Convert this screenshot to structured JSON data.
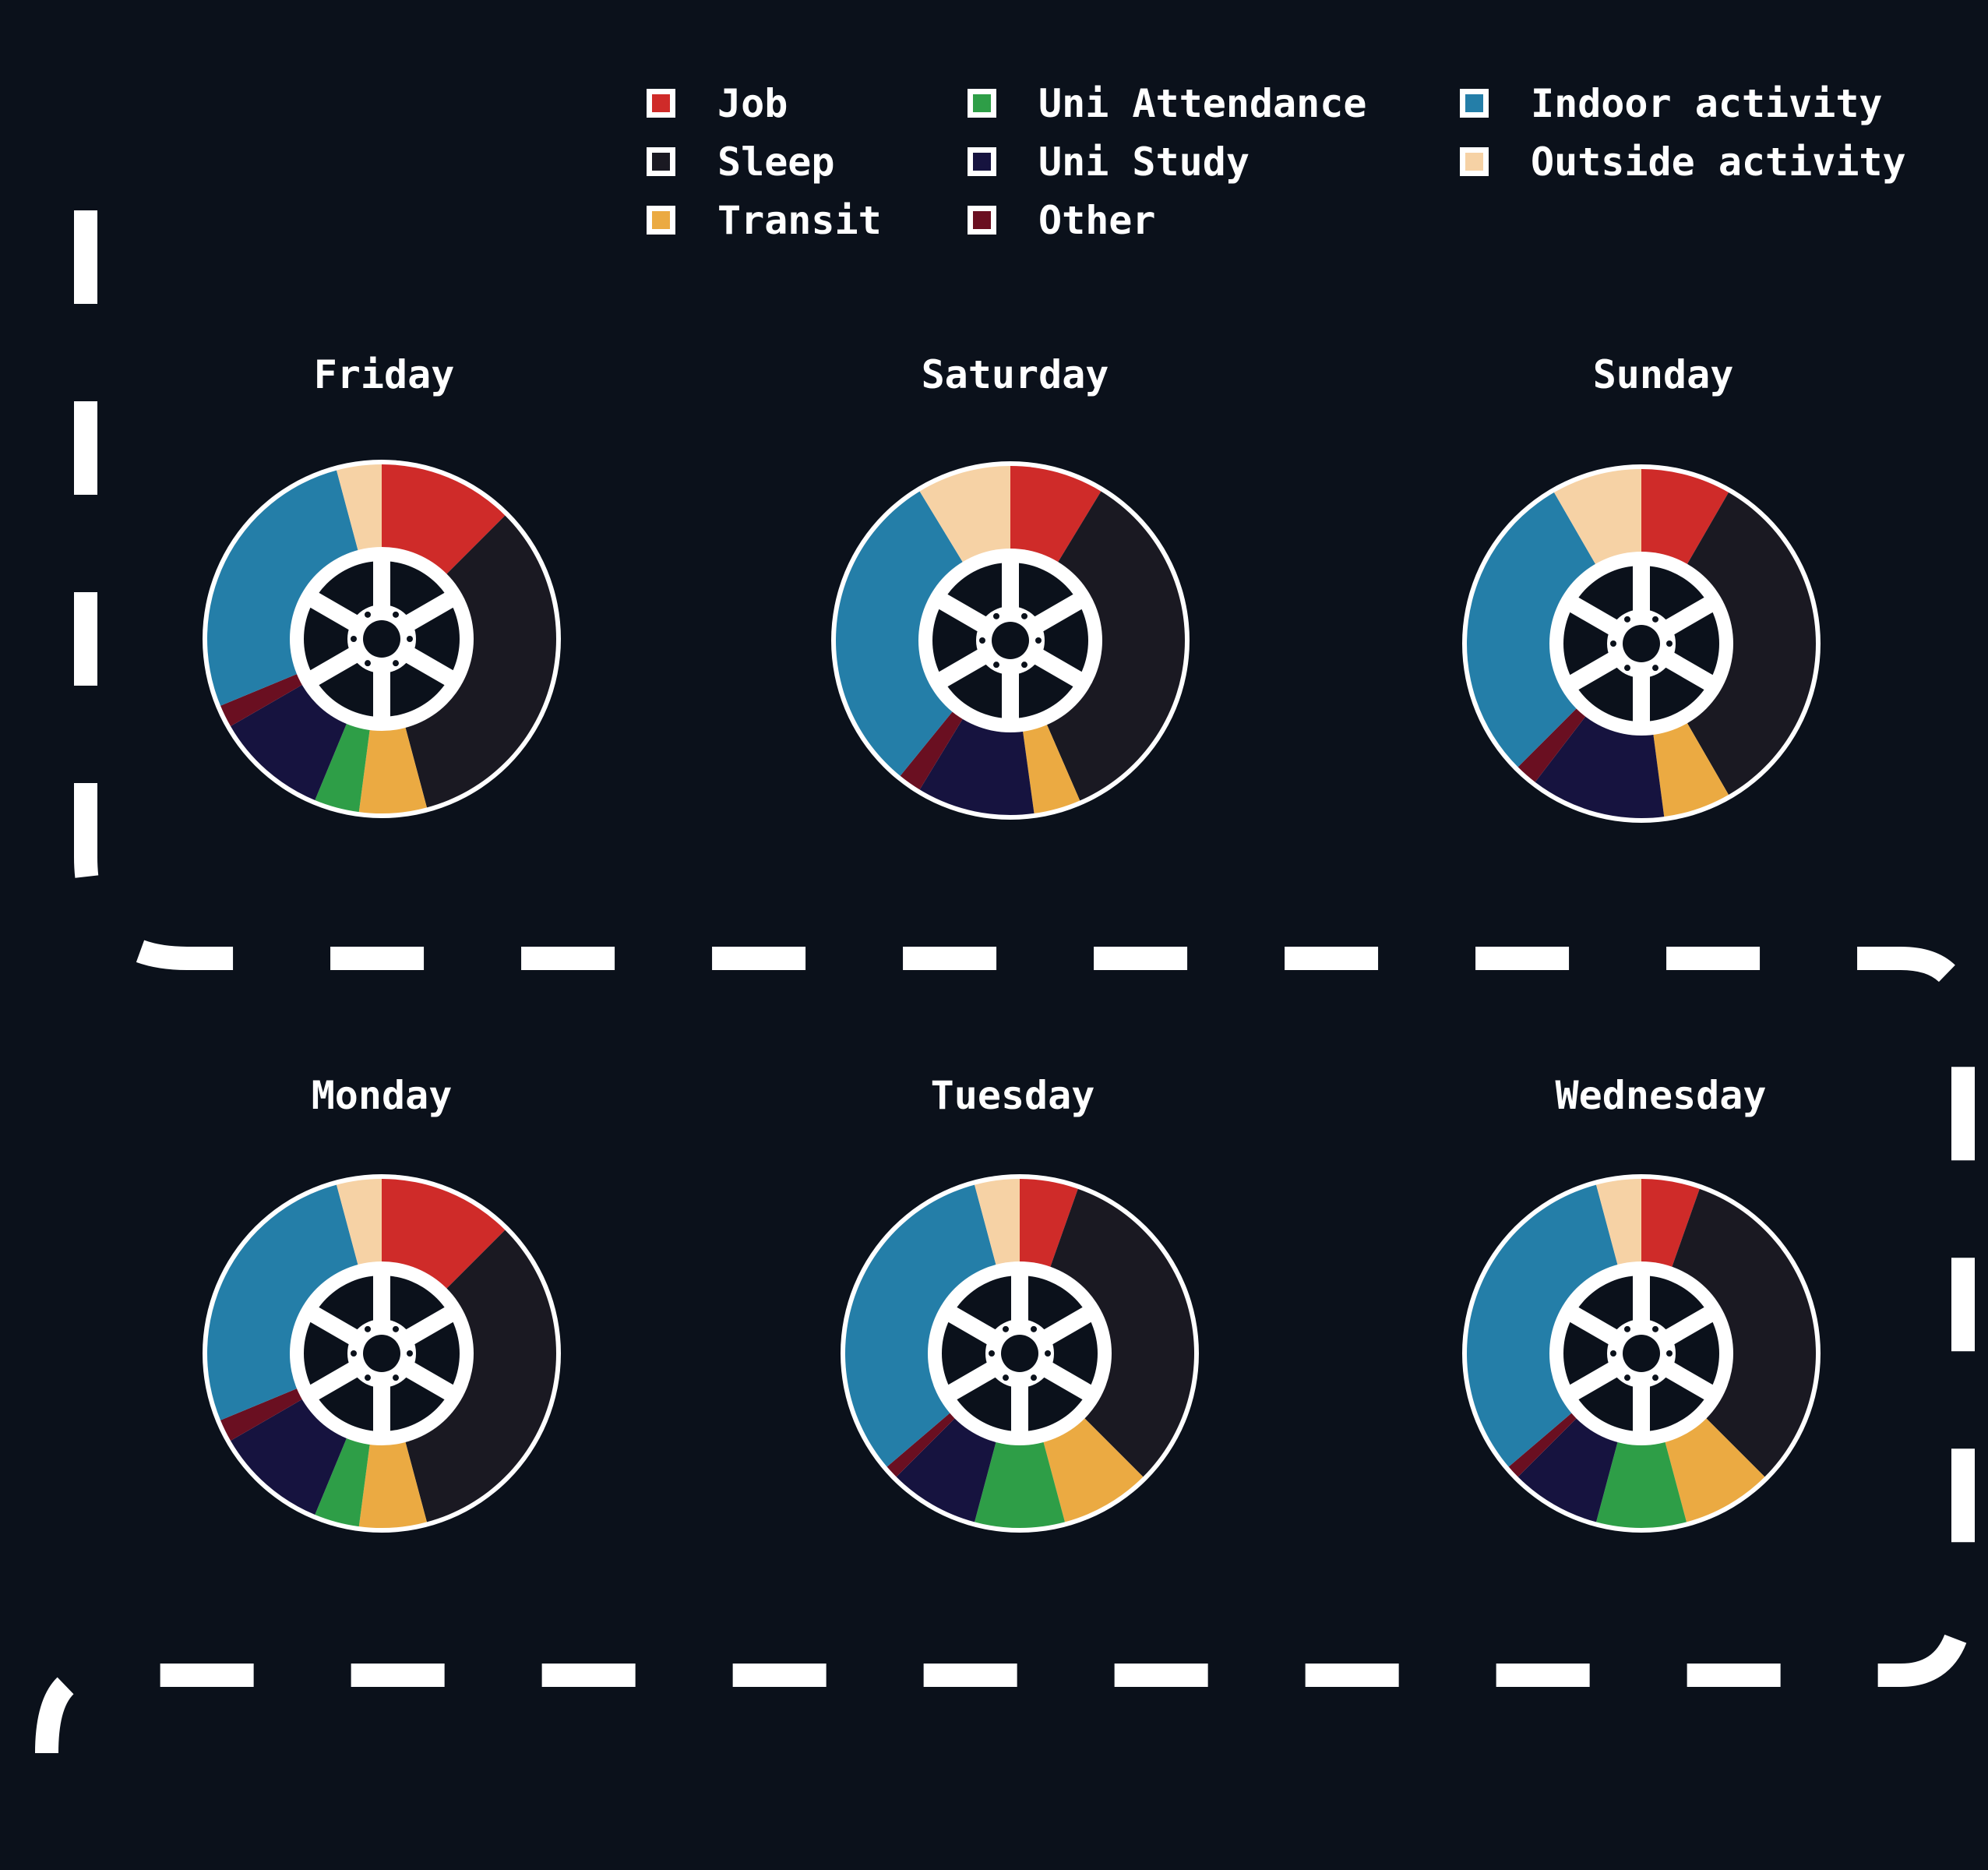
{
  "legend": [
    {
      "label": "Job",
      "color": "#cf2b29"
    },
    {
      "label": "Uni Attendance",
      "color": "#2e9e47"
    },
    {
      "label": "Indoor activity",
      "color": "#247ea8"
    },
    {
      "label": "Sleep",
      "color": "#1a1922"
    },
    {
      "label": "Uni Study",
      "color": "#16133f"
    },
    {
      "label": "Outside activity",
      "color": "#f6d2a5"
    },
    {
      "label": "Transit",
      "color": "#ebaa42"
    },
    {
      "label": "Other",
      "color": "#6a0f21"
    }
  ],
  "chart_data": {
    "type": "pie",
    "style": "donut with wheel-rim center",
    "categories": [
      "Job",
      "Sleep",
      "Transit",
      "Uni Attendance",
      "Uni Study",
      "Other",
      "Indoor activity",
      "Outside activity"
    ],
    "unit": "hours",
    "legend_position": "top",
    "days": [
      {
        "day": "Friday",
        "values": [
          3,
          8,
          1.5,
          1,
          2.5,
          0.5,
          6.5,
          1
        ]
      },
      {
        "day": "Saturday",
        "values": [
          2,
          8,
          1,
          0,
          2.5,
          0.5,
          7,
          2
        ]
      },
      {
        "day": "Sunday",
        "values": [
          2,
          8,
          1.5,
          0,
          3,
          0.5,
          7,
          2
        ]
      },
      {
        "day": "Monday",
        "values": [
          3,
          8,
          1.5,
          1,
          2.5,
          0.5,
          6.5,
          1
        ]
      },
      {
        "day": "Tuesday",
        "values": [
          1.3,
          7.7,
          2,
          2,
          2,
          0.3,
          7.7,
          1
        ]
      },
      {
        "day": "Wednesday",
        "values": [
          1.3,
          7.7,
          2,
          2,
          2,
          0.3,
          7.7,
          1
        ]
      }
    ]
  }
}
